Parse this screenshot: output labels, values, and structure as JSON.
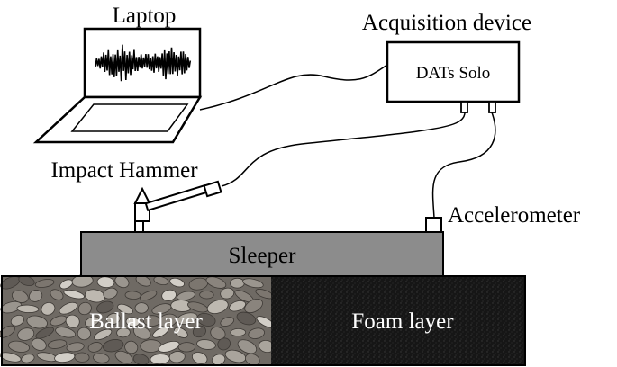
{
  "labels": {
    "laptop": "Laptop",
    "acquisition_device": "Acquisition device",
    "device_screen": "DATs Solo",
    "impact_hammer": "Impact Hammer",
    "accelerometer": "Accelerometer",
    "sleeper": "Sleeper",
    "ballast_layer": "Ballast layer",
    "foam_layer": "Foam layer"
  },
  "colors": {
    "sleeper_fill": "#8c8c8c",
    "foam_fill": "#1a1a1a",
    "ballast_base": "#6f6a64",
    "line": "#000000"
  },
  "icons": {
    "laptop": "laptop-icon",
    "hammer": "hammer-icon",
    "accelerometer": "accelerometer-icon",
    "waveform": "waveform-icon"
  }
}
